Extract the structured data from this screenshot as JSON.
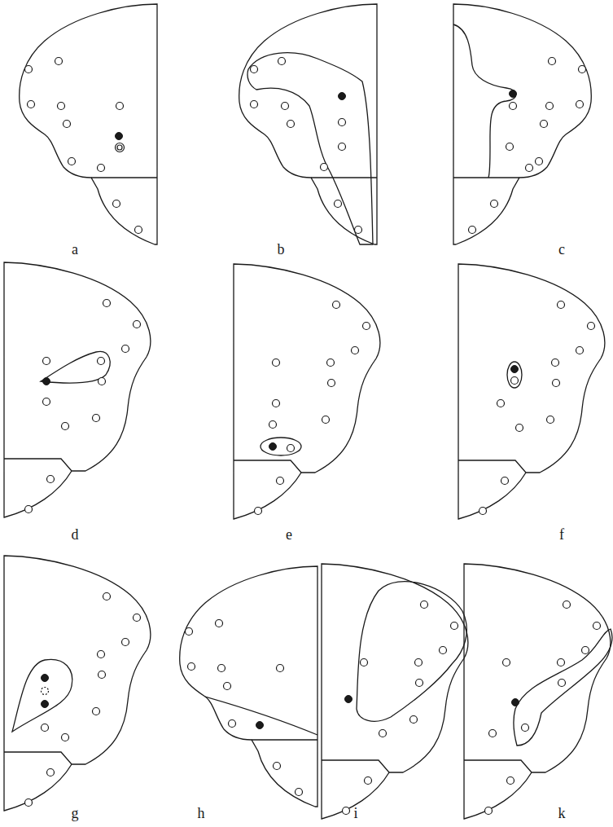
{
  "diagram": {
    "labels": [
      "a",
      "b",
      "c",
      "d",
      "e",
      "f",
      "g",
      "h",
      "i",
      "k"
    ]
  }
}
